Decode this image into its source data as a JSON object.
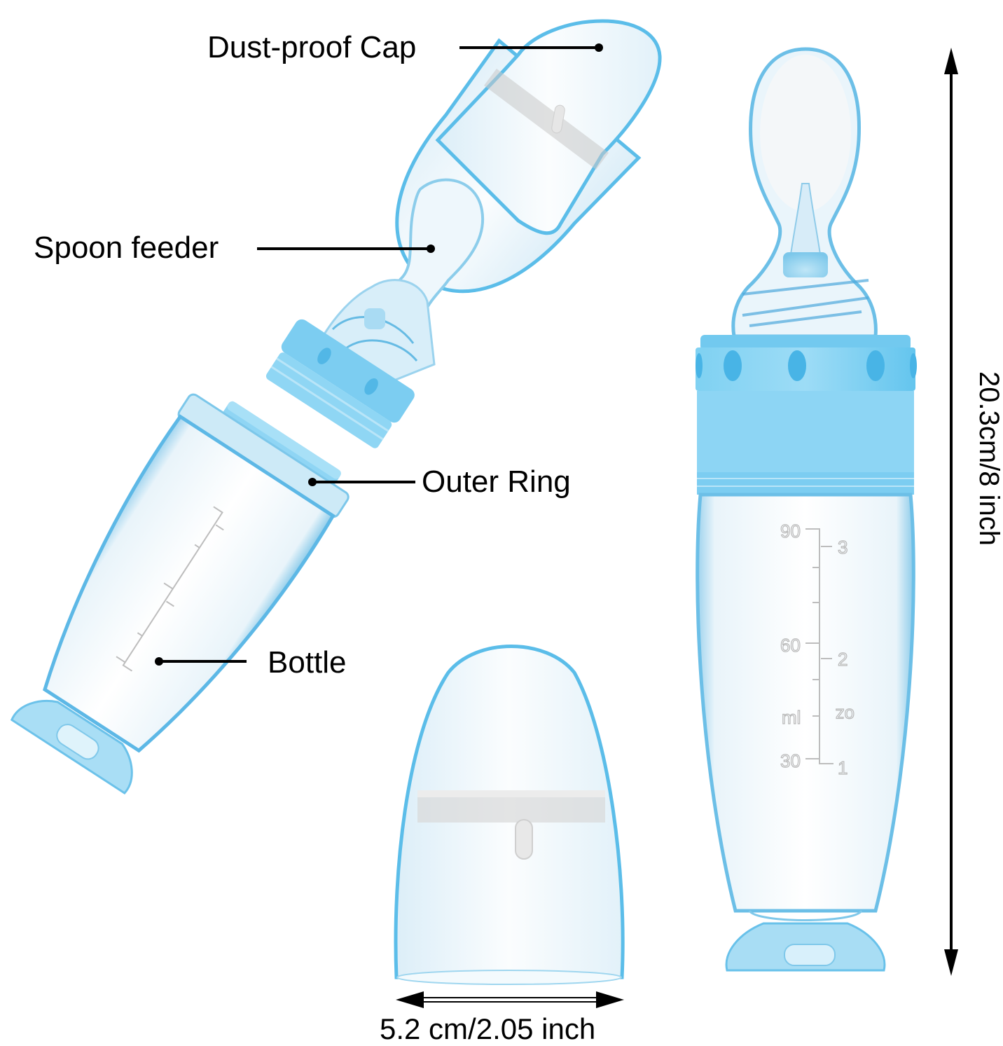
{
  "image": {
    "description": "Product diagram of a baby squeeze spoon feeder bottle with labeled parts and dimensions",
    "background": "#ffffff",
    "accent_color": "#5bc3ec",
    "accent_dark": "#2e8fc9"
  },
  "callouts": [
    {
      "id": "dust-proof-cap",
      "label": "Dust-proof Cap"
    },
    {
      "id": "spoon-feeder",
      "label": "Spoon feeder"
    },
    {
      "id": "outer-ring",
      "label": "Outer Ring"
    },
    {
      "id": "bottle",
      "label": "Bottle"
    }
  ],
  "dimensions": {
    "height": "20.3cm/8 inch",
    "width": "5.2 cm/2.05 inch"
  },
  "measurement_scale": {
    "ml_marks": [
      "90",
      "60",
      "30"
    ],
    "ml_unit": "ml",
    "oz_marks": [
      "3",
      "2",
      "1"
    ],
    "oz_unit": "oz"
  }
}
